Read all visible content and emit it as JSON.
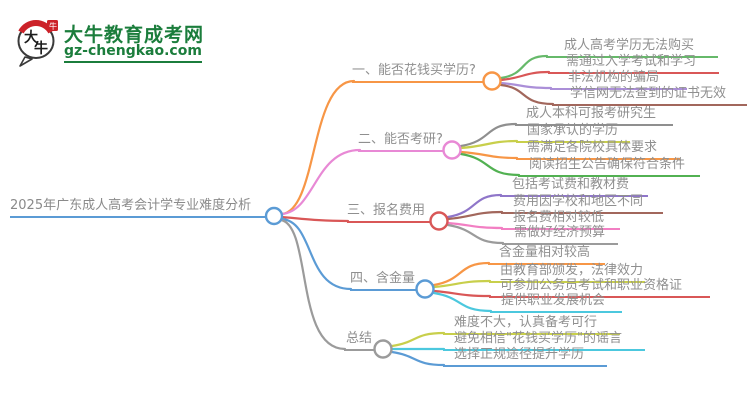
{
  "logo": {
    "site_name": "大牛教育成考网",
    "domain": "gz-chengkao.com",
    "mark_text": "大牛",
    "brand_green": "#1b7d3c",
    "seal_red": "#cc2229"
  },
  "mindmap": {
    "root": {
      "label": "2025年广东成人高考会计学专业难度分析",
      "color": "#5b9bd5"
    },
    "branches": [
      {
        "label": "一、能否花钱买学历?",
        "color": "#f79646",
        "children": [
          {
            "label": "成人高考学历无法购买",
            "color": "#66b96a"
          },
          {
            "label": "需通过入学考试和学习",
            "color": "#d95757"
          },
          {
            "label": "非法机构的骗局",
            "color": "#ab8fd8"
          },
          {
            "label": "学信网无法查到的证书无效",
            "color": "#a2675c"
          }
        ]
      },
      {
        "label": "二、能否考研?",
        "color": "#e889d5",
        "children": [
          {
            "label": "成人本科可报考研究生",
            "color": "#8f8f8f"
          },
          {
            "label": "国家承认的学历",
            "color": "#c8cf4b"
          },
          {
            "label": "需满足各院校具体要求",
            "color": "#f79646"
          },
          {
            "label": "阅读招生公告确保符合条件",
            "color": "#52b152"
          }
        ]
      },
      {
        "label": "三、报名费用",
        "color": "#d95757",
        "children": [
          {
            "label": "包括考试费和教材费",
            "color": "#8f76c9"
          },
          {
            "label": "费用因学校和地区不同",
            "color": "#a2675c"
          },
          {
            "label": "报名费相对较低",
            "color": "#f27fc3"
          },
          {
            "label": "需做好经济预算",
            "color": "#9b9b9b"
          }
        ]
      },
      {
        "label": "四、含金量",
        "color": "#5b9bd5",
        "children": [
          {
            "label": "含金量相对较高",
            "color": "#f79646"
          },
          {
            "label": "由教育部颁发，法律效力",
            "color": "#c8cf4b"
          },
          {
            "label": "可参加公务员考试和职业资格证",
            "color": "#d95757"
          },
          {
            "label": "提供职业发展机会",
            "color": "#4cc8de"
          }
        ]
      },
      {
        "label": "总结",
        "color": "#9b9b9b",
        "children": [
          {
            "label": "难度不大，认真备考可行",
            "color": "#c8cf4b"
          },
          {
            "label": "避免相信\"花钱买学历\"的谣言",
            "color": "#4cc8de"
          },
          {
            "label": "选择正规途径提升学历",
            "color": "#5b9bd5"
          }
        ]
      }
    ]
  }
}
